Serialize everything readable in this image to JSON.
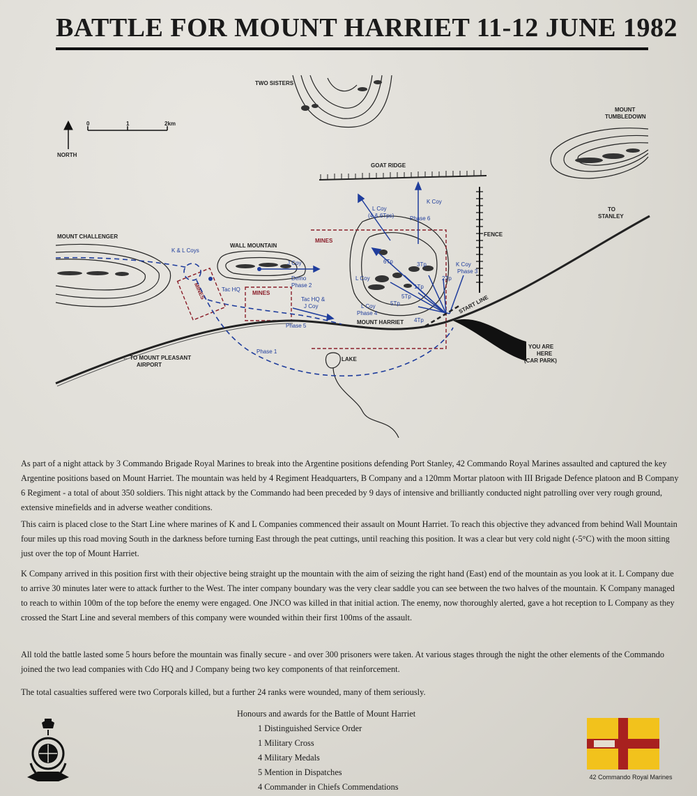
{
  "title": "BATTLE FOR MOUNT HARRIET 11-12 JUNE 1982",
  "map": {
    "places": {
      "two_sisters": "TWO SISTERS",
      "mount_tumbledown_1": "MOUNT",
      "mount_tumbledown_2": "TUMBLEDOWN",
      "goat_ridge": "GOAT RIDGE",
      "mount_challenger": "MOUNT CHALLENGER",
      "wall_mountain": "WALL MOUNTAIN",
      "mount_harriet": "MOUNT HARRIET",
      "lake": "LAKE",
      "fence": "FENCE",
      "to_stanley_1": "TO",
      "to_stanley_2": "STANLEY",
      "to_mount_pleasant_1": "← TO MOUNT PLEASANT",
      "to_mount_pleasant_2": "AIRPORT",
      "start_line": "START LINE",
      "you_are_here_1": "YOU ARE",
      "you_are_here_2": "HERE",
      "you_are_here_3": "(CAR PARK)"
    },
    "scale": {
      "north": "NORTH",
      "t0": "0",
      "t1": "1",
      "t2": "2km"
    },
    "mines": {
      "m1": "MINES",
      "m2": "MINES",
      "m3": "MINES"
    },
    "units": {
      "kl_coys": "K & L Coys",
      "j_coy": "J Coy",
      "demo_phase2_1": "Demo",
      "demo_phase2_2": "Phase 2",
      "tac_hq": "Tac HQ",
      "tac_hq_j_1": "Tac HQ &",
      "tac_hq_j_2": "J Coy",
      "phase5": "Phase 5",
      "phase1": "Phase 1",
      "l_coy_top_1": "L Coy",
      "l_coy_top_2": "(4 & 6Tps)",
      "phase6": "Phase 6",
      "k_coy_top": "K Coy",
      "l_coy_left": "L Coy",
      "l_coy_phase4_1": "L Coy",
      "l_coy_phase4_2": "Phase 4",
      "tp_4": "4Tp",
      "tp_6": "6Tp",
      "tp_3": "3Tp",
      "tp_2": "2Tp",
      "tp_1": "1Tp",
      "tp_5a": "5Tp",
      "tp_5b": "5Tp",
      "k_coy_phase3_1": "K Coy",
      "k_coy_phase3_2": "Phase 3"
    }
  },
  "paragraphs": [
    "As part of a night attack by 3 Commando Brigade Royal Marines to break into the Argentine positions defending Port Stanley, 42 Commando Royal Marines assaulted and captured the key Argentine positions based on Mount Harriet. The mountain was held by 4 Regiment Headquarters, B Company and a 120mm Mortar platoon with III Brigade Defence platoon and B Company 6 Regiment - a total of about 350 soldiers. This night attack by the Commando had been preceded by 9 days of intensive and brilliantly conducted night patrolling over very rough ground, extensive minefields and in adverse weather conditions.",
    "This cairn is placed close to the Start Line where marines of K and L Companies commenced their assault on Mount Harriet. To reach this objective they advanced from behind Wall Mountain four miles up this road moving South in the darkness before turning East through the peat cuttings, until reaching this position. It was a clear but very cold night (-5°C) with the moon sitting just over the top of Mount Harriet.",
    "K Company arrived in this position first with their objective being straight up the mountain with the aim of seizing the right hand (East) end of the mountain as you look at it. L Company due to arrive 30 minutes later were to attack further to the West. The inter company boundary was the very clear saddle you can see between the two halves of the mountain. K Company managed to reach to within 100m of the top before the enemy were engaged. One JNCO was killed in that initial action. The enemy, now thoroughly alerted, gave a hot reception to L Company as they crossed the Start Line and several members of this company were wounded within their first 100ms of the assault.",
    "All told the battle lasted some 5 hours before the mountain was finally secure - and over 300 prisoners were taken. At various stages through the night the other elements of the Commando joined the two lead companies with Cdo HQ and J Company being two key components of that reinforcement.",
    "The total casualties suffered were two Corporals killed, but a further 24 ranks were wounded, many of them seriously."
  ],
  "honours": {
    "title": "Honours and awards for the Battle of Mount Harriet",
    "items": [
      "1 Distinguished Service Order",
      "1 Military Cross",
      "4 Military Medals",
      "5 Mention in Dispatches",
      "4 Commander in Chiefs Commendations"
    ]
  },
  "badge_caption": "42 Commando Royal Marines",
  "colors": {
    "route_blue": "#1f3d9c",
    "mines_red": "#8a1f2a",
    "flag_yellow": "#f2c21c",
    "flag_red": "#a8211f"
  }
}
